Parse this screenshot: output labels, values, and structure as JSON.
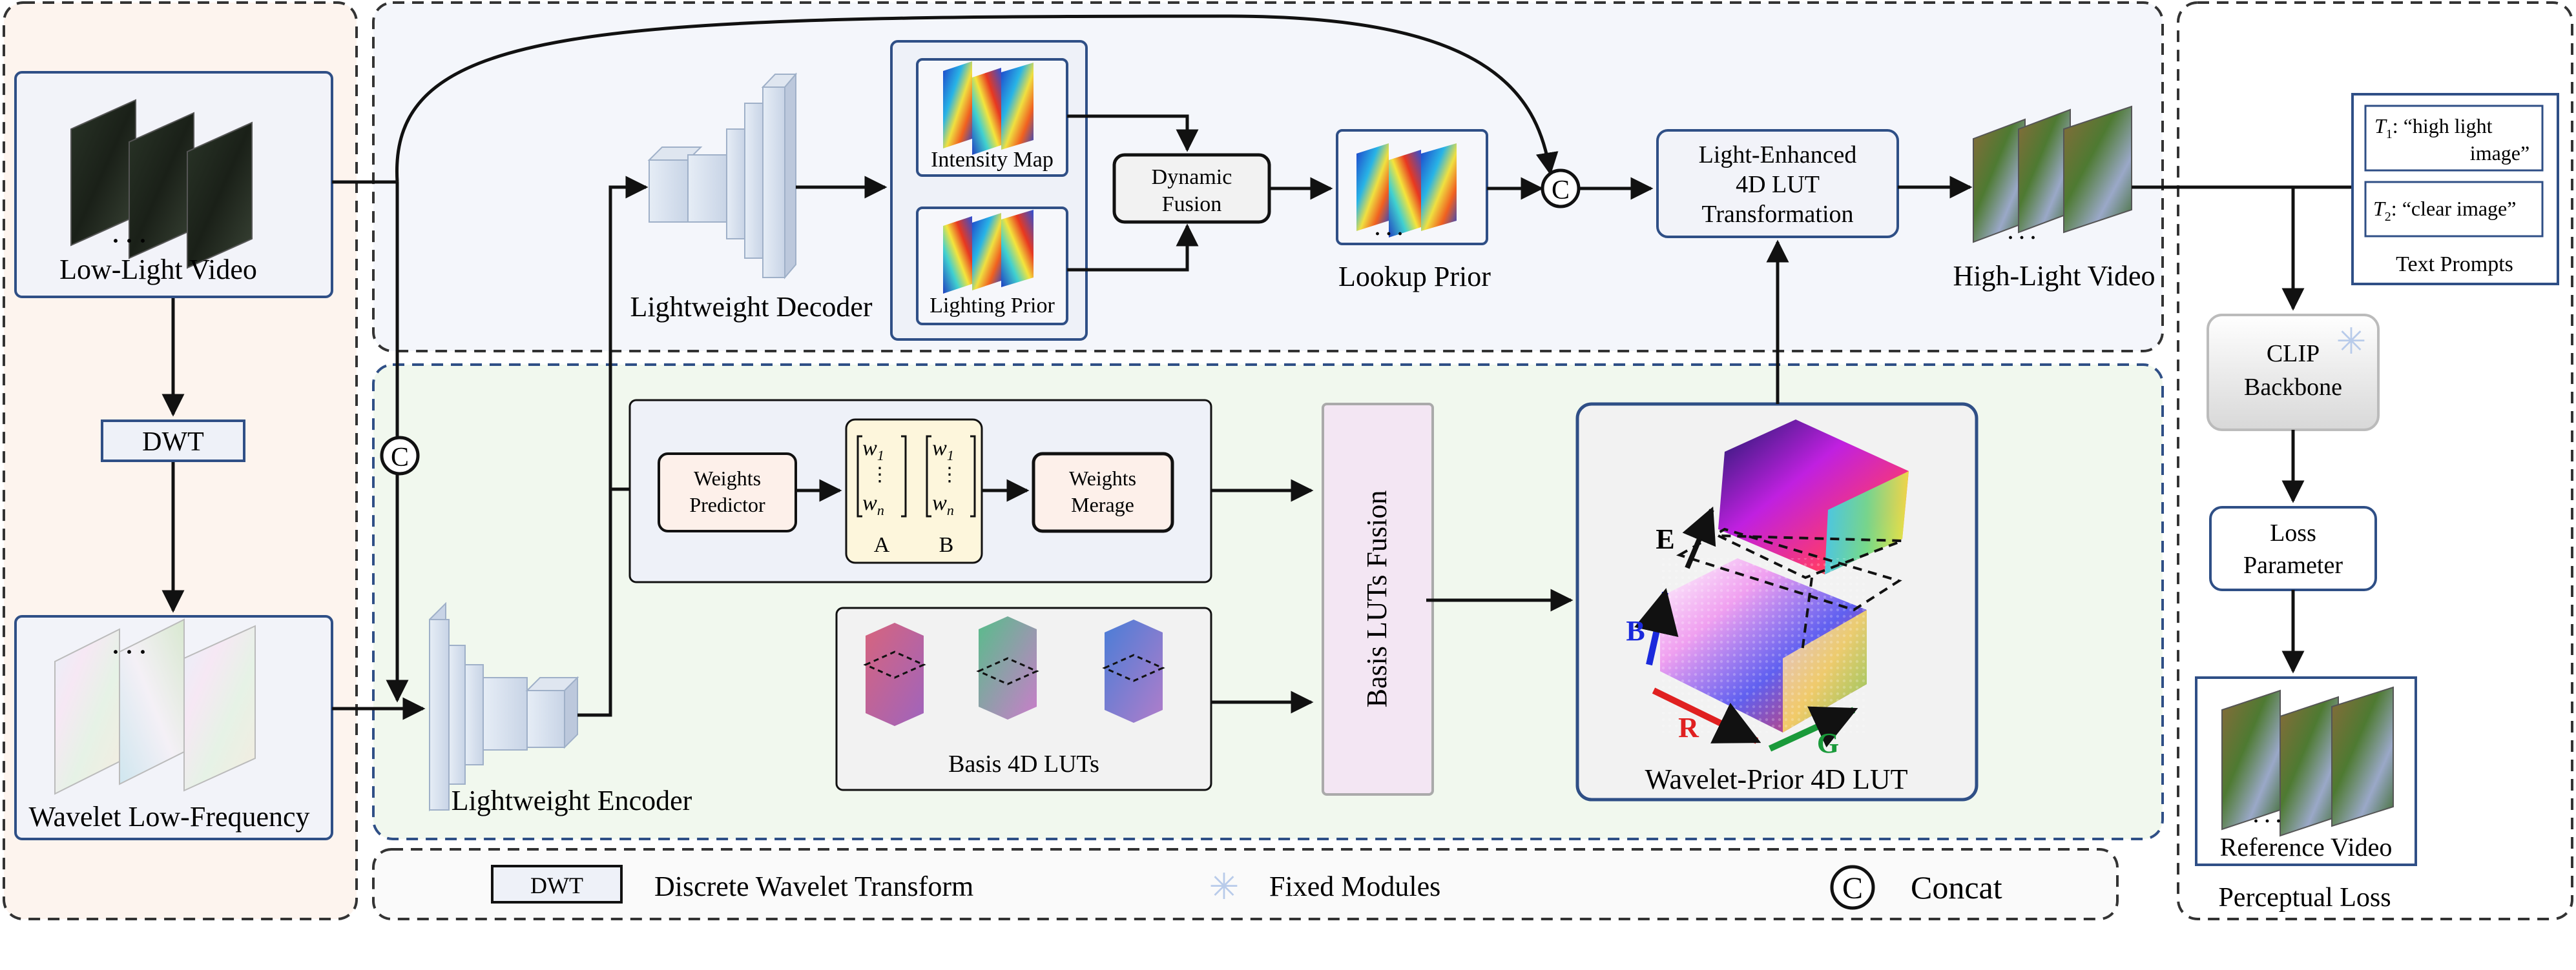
{
  "inputs": {
    "low_light_video": "Low-Light Video",
    "dwt_box": "DWT",
    "wavelet_low_freq": "Wavelet Low-Frequency"
  },
  "decoder": {
    "label": "Lightweight Decoder",
    "intensity_map": "Intensity Map",
    "lighting_prior": "Lighting Prior",
    "dynamic_fusion_line1": "Dynamic",
    "dynamic_fusion_line2": "Fusion",
    "lookup_prior": "Lookup Prior"
  },
  "transform": {
    "line1": "Light-Enhanced",
    "line2": "4D LUT",
    "line3": "Transformation"
  },
  "output": {
    "high_light_video": "High-Light Video"
  },
  "encoder": {
    "label": "Lightweight Encoder",
    "weights_predictor_line1": "Weights",
    "weights_predictor_line2": "Predictor",
    "weights_merge_line1": "Weights",
    "weights_merge_line2": "Merage",
    "matrix_w1": "w",
    "matrix_sub1": "1",
    "matrix_wn": "w",
    "matrix_subn": "n",
    "matrix_dots": "⋮",
    "matrix_a": "A",
    "matrix_b": "B",
    "basis_luts": "Basis 4D LUTs",
    "basis_fusion": "Basis LUTs Fusion",
    "wavelet_prior_lut": "Wavelet-Prior 4D LUT",
    "axis_e": "E",
    "axis_b": "B",
    "axis_r": "R",
    "axis_g": "G"
  },
  "perceptual": {
    "prompt_t1_symbol": "T",
    "prompt_t1_sub": "1",
    "prompt_t1_line1": ": “high light",
    "prompt_t1_line2": "image”",
    "prompt_t2_symbol": "T",
    "prompt_t2_sub": "2",
    "prompt_t2_text": ": “clear image”",
    "text_prompts": "Text Prompts",
    "clip_line1": "CLIP",
    "clip_line2": "Backbone",
    "loss_line1": "Loss",
    "loss_line2": "Parameter",
    "reference_video": "Reference Video",
    "perceptual_loss": "Perceptual Loss"
  },
  "legend": {
    "dwt_box": "DWT",
    "dwt_text": "Discrete Wavelet Transform",
    "fixed_text": "Fixed Modules",
    "concat_symbol": "C",
    "concat_text": "Concat"
  },
  "symbols": {
    "concat": "C",
    "dots": "· · ·",
    "snowflake": "✳"
  },
  "colors": {
    "box_border": "#2f4f86",
    "top_panel_bg": "#f4f6fb",
    "bottom_panel_bg": "#f1f8ee",
    "left_panel_bg": "#fdf4ee",
    "fusion_box_bg": "#f3e6f3",
    "inner_box_bg": "#fdf0ea",
    "matrix_bg": "#fdf6dc",
    "axis_r": "#e02020",
    "axis_g": "#1a9a3a",
    "axis_b": "#1a2adc"
  }
}
